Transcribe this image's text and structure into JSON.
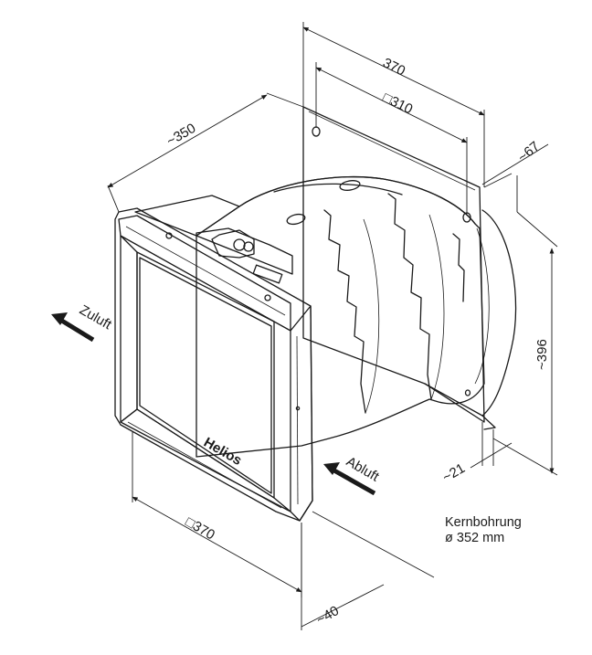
{
  "dimensions": {
    "width_370": "370",
    "square_310": "□310",
    "depth_350": "~350",
    "offset_67": "~67",
    "height_396": "~396",
    "offset_21": "~21",
    "square_370": "□370",
    "depth_40": "~40"
  },
  "airflow": {
    "supply": "Zuluft",
    "exhaust": "Abluft"
  },
  "core_hole": {
    "line1": "Kernbohrung",
    "line2": "ø 352 mm"
  },
  "brand_mark": "Helios"
}
